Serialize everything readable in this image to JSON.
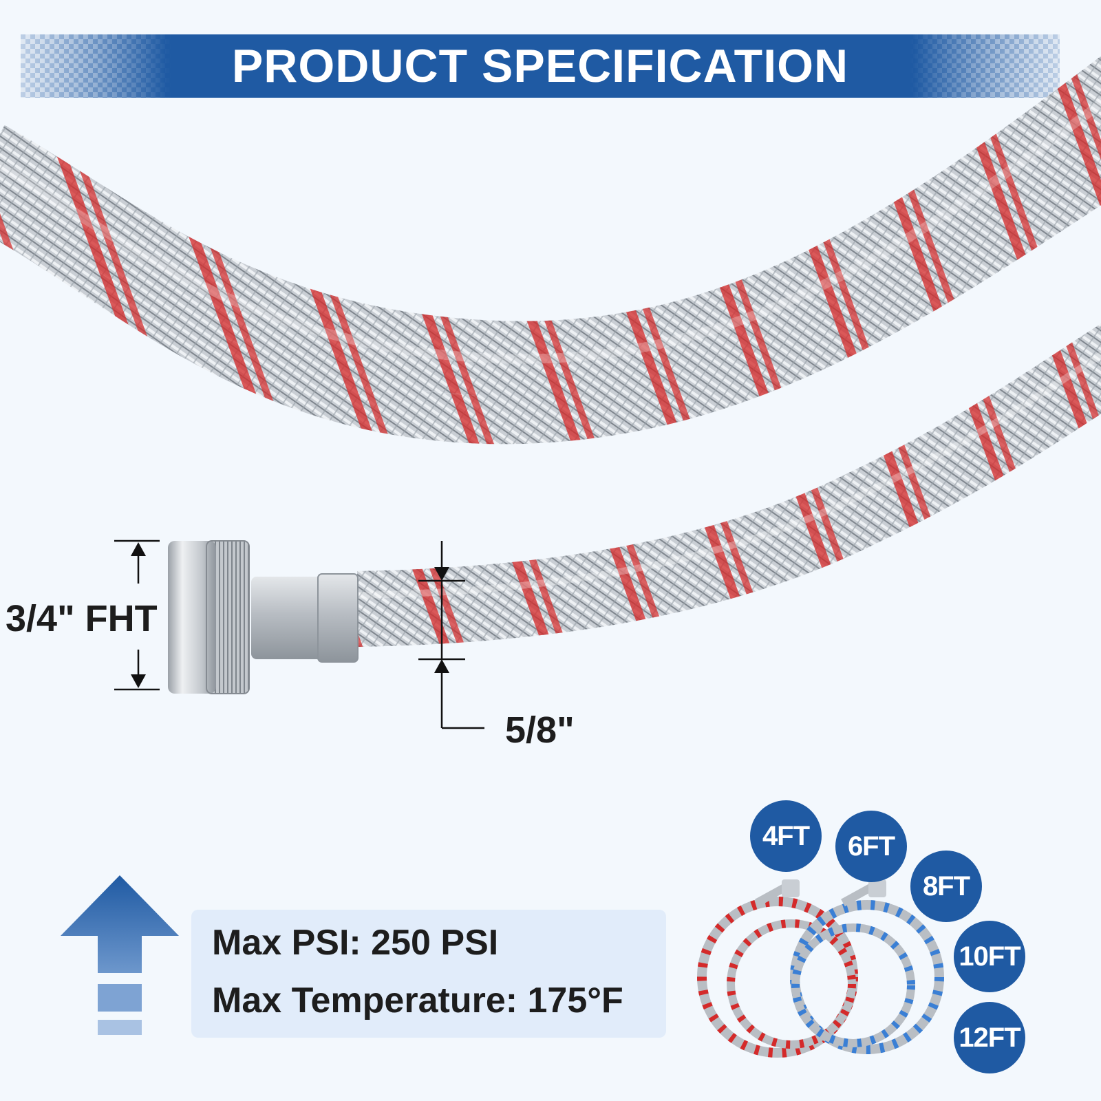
{
  "banner": {
    "title": "PRODUCT SPECIFICATION"
  },
  "dimensions": {
    "fitting_label": "3/4\" FHT",
    "hose_diameter_label": "5/8\""
  },
  "specs": {
    "max_psi": "Max PSI: 250 PSI",
    "max_temperature": "Max Temperature: 175°F"
  },
  "sizes": [
    "4FT",
    "6FT",
    "8FT",
    "10FT",
    "12FT"
  ],
  "colors": {
    "brand_blue": "#1f5aa3",
    "braid_red": "#d42a2a",
    "braid_blue": "#3a7fd5",
    "steel": "#b9bec4"
  }
}
